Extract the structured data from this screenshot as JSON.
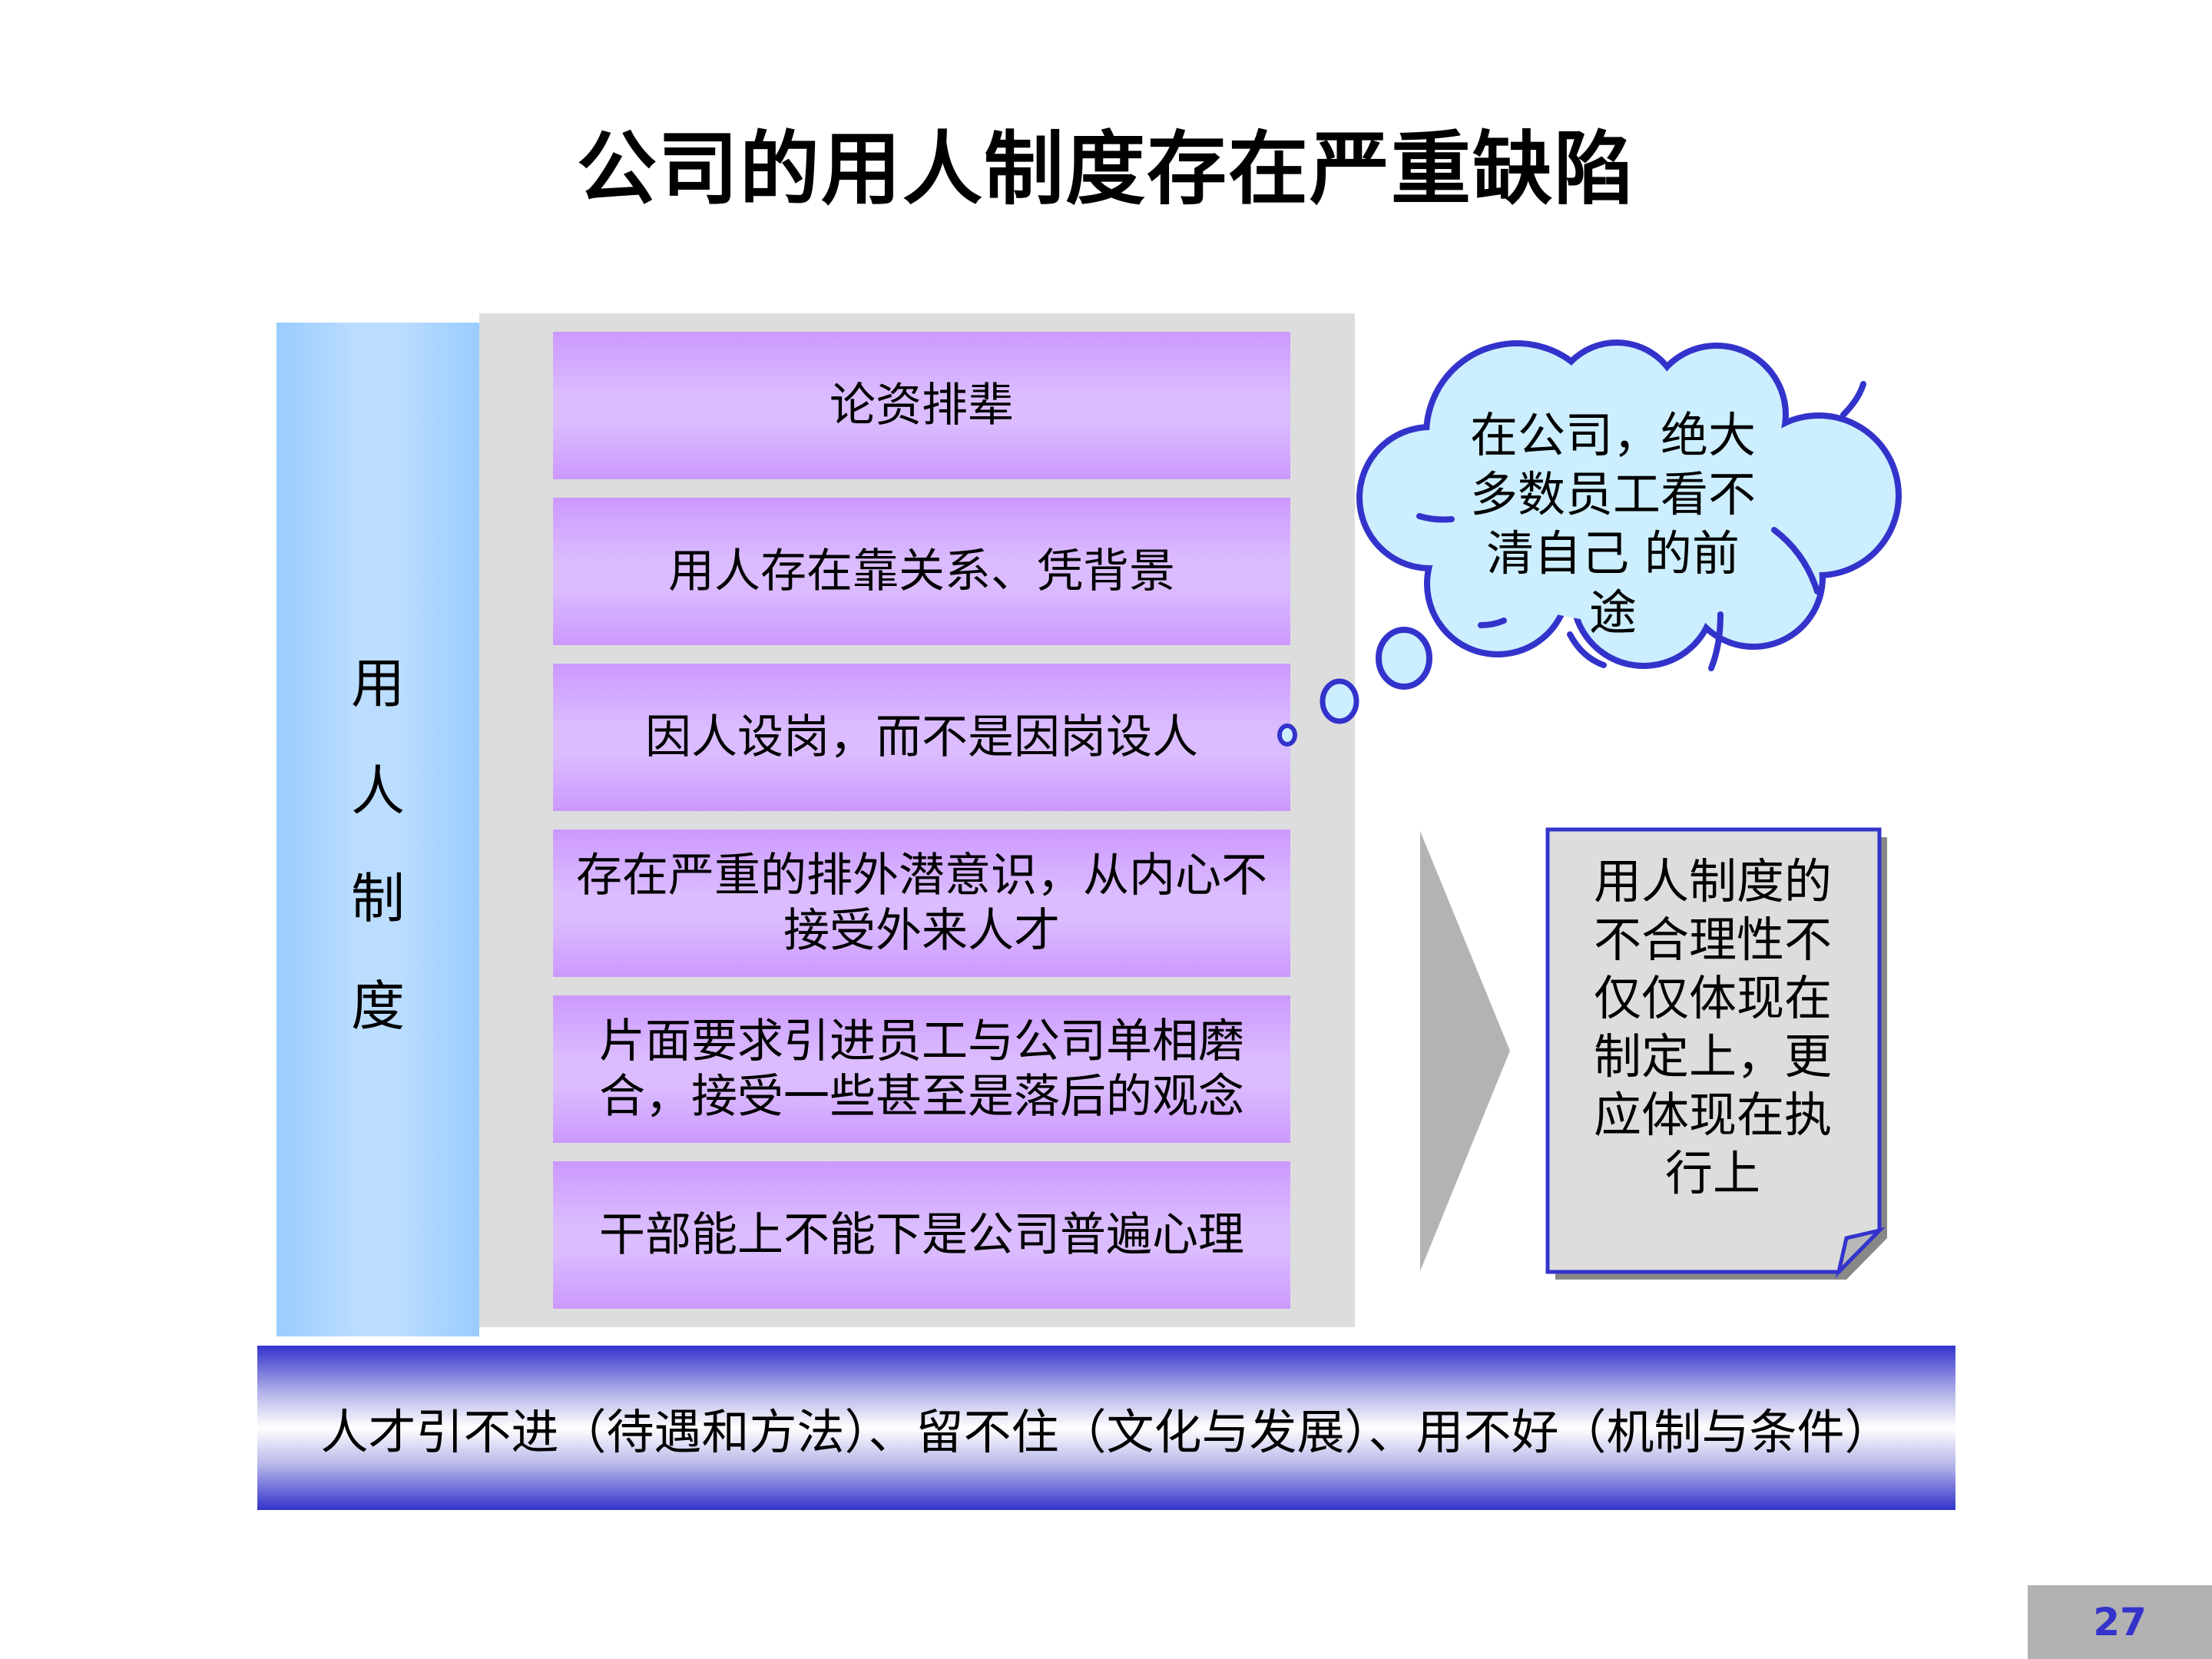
{
  "slide": {
    "title": "公司的用人制度存在严重缺陷",
    "page_number": "27"
  },
  "side_label": {
    "chars": [
      "用",
      "人",
      "制",
      "度"
    ]
  },
  "items": [
    {
      "label": "论资排辈"
    },
    {
      "label": "用人存在靠关系、凭背景"
    },
    {
      "label": "因人设岗，而不是因岗设人"
    },
    {
      "label": "存在严重的排外潜意识，从内心不接受外来人才"
    },
    {
      "label": "片面要求引进员工与公司单相磨合，接受一些甚至是落后的观念"
    },
    {
      "label": "干部能上不能下是公司普遍心理"
    }
  ],
  "thought_cloud": {
    "lines": [
      "在公司，绝大",
      "多数员工看不",
      "清自己 的前",
      "途"
    ]
  },
  "note": {
    "lines": [
      "用人制度的",
      "不合理性不",
      "仅仅体现在",
      "制定上，更",
      "应体现在执",
      "行上"
    ]
  },
  "banner": {
    "text": "人才引不进（待遇和方法）、留不住（文化与发展）、用不好（机制与条件）"
  },
  "colors": {
    "accent_blue": "#3333cc",
    "side_bar": "#99ccff",
    "item_purple": "#cc99ff",
    "panel_gray": "#dddddd",
    "cloud_fill": "#cceeff",
    "arrow_gray": "#b3b3b3",
    "page_box_gray": "#b2b2b2"
  }
}
